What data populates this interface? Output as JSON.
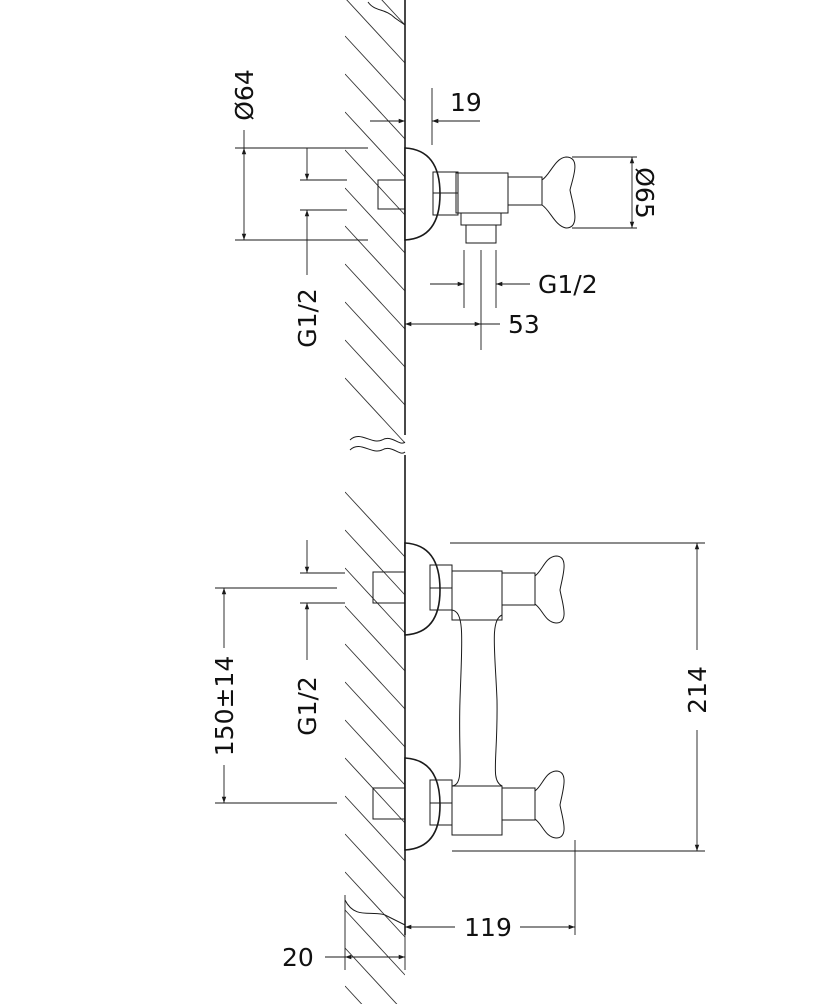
{
  "drawing": {
    "colors": {
      "line": "#1a1a1a",
      "background": "#ffffff"
    },
    "dimensions": {
      "rosette_diameter": "Ø64",
      "wall_to_nut": "19",
      "handle_diameter": "Ø65",
      "outlet_thread": "G1/2",
      "outlet_offset": "53",
      "inlet_thread_top": "G1/2",
      "inlet_thread_bottom": "G1/2",
      "centre_distance": "150±14",
      "overall_height": "214",
      "projection": "119",
      "wall_depth": "20"
    }
  }
}
